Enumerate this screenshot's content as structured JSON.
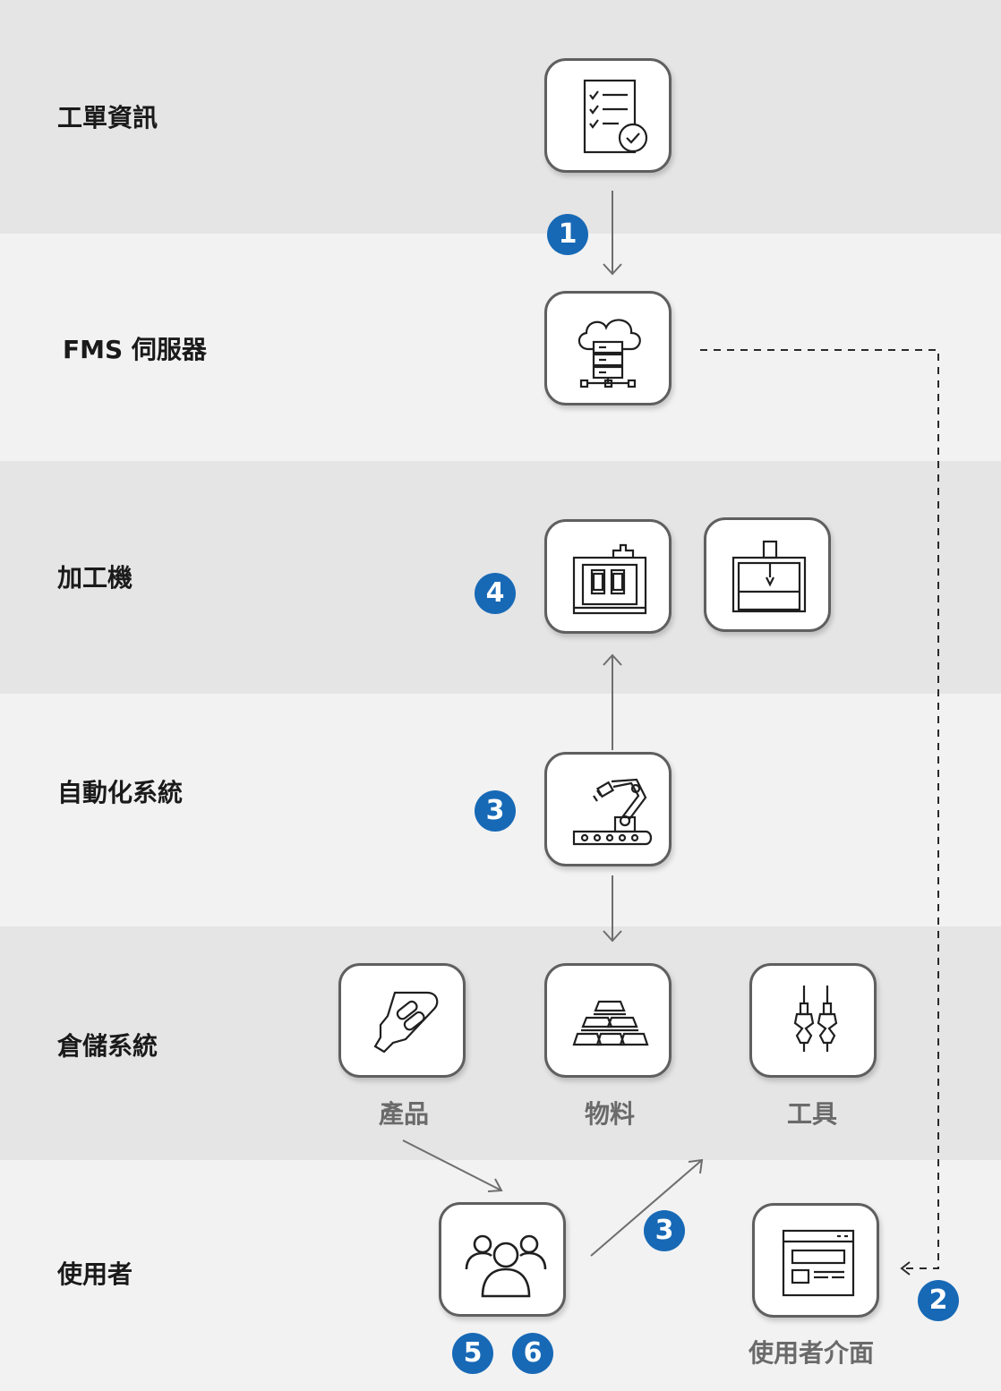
{
  "rows": {
    "work_order": "工單資訊",
    "fms_server": "FMS 伺服器",
    "machine": "加工機",
    "automation": "自動化系統",
    "warehouse": "倉儲系統",
    "user": "使用者"
  },
  "captions": {
    "product": "產品",
    "material": "物料",
    "tool": "工具",
    "user_interface": "使用者介面"
  },
  "badges": {
    "b1": "1",
    "b2": "2",
    "b3a": "3",
    "b3b": "3",
    "b4": "4",
    "b5": "5",
    "b6": "6"
  },
  "icons": {
    "work_order": "checklist-icon",
    "fms_server": "cloud-server-icon",
    "machine_1": "cnc-machine-icon",
    "machine_2": "milling-machine-icon",
    "automation": "robot-arm-conveyor-icon",
    "product": "product-part-icon",
    "material": "material-bars-icon",
    "tool": "tool-holders-icon",
    "user": "users-group-icon",
    "user_interface": "browser-window-icon"
  },
  "colors": {
    "badge": "#1769b6",
    "band_dark": "#e5e5e5",
    "band_light": "#f2f2f2",
    "box_border": "#5f5f5f"
  }
}
